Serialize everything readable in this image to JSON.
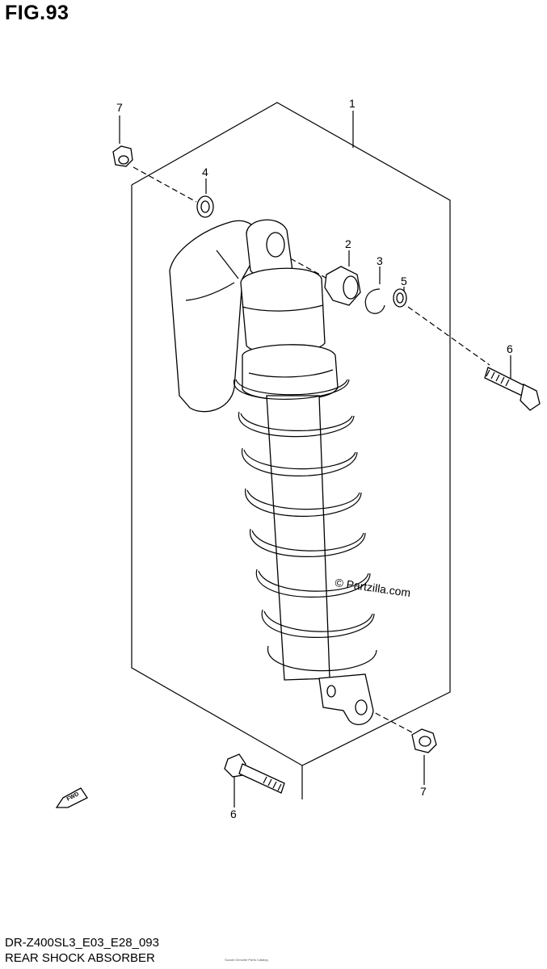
{
  "figure": {
    "title": "FIG.93",
    "code": "DR-Z400SL3_E03_E28_093",
    "name": "REAR SHOCK ABSORBER",
    "footer_small": "Suzuki Genuine Parts Catalog",
    "watermark": "© Partzilla.com",
    "fwd_label": "FWD"
  },
  "callouts": [
    {
      "id": "1",
      "label": "1"
    },
    {
      "id": "2",
      "label": "2"
    },
    {
      "id": "3",
      "label": "3"
    },
    {
      "id": "4",
      "label": "4"
    },
    {
      "id": "5",
      "label": "5"
    },
    {
      "id": "6a",
      "label": "6"
    },
    {
      "id": "6b",
      "label": "6"
    },
    {
      "id": "7a",
      "label": "7"
    },
    {
      "id": "7b",
      "label": "7"
    }
  ]
}
